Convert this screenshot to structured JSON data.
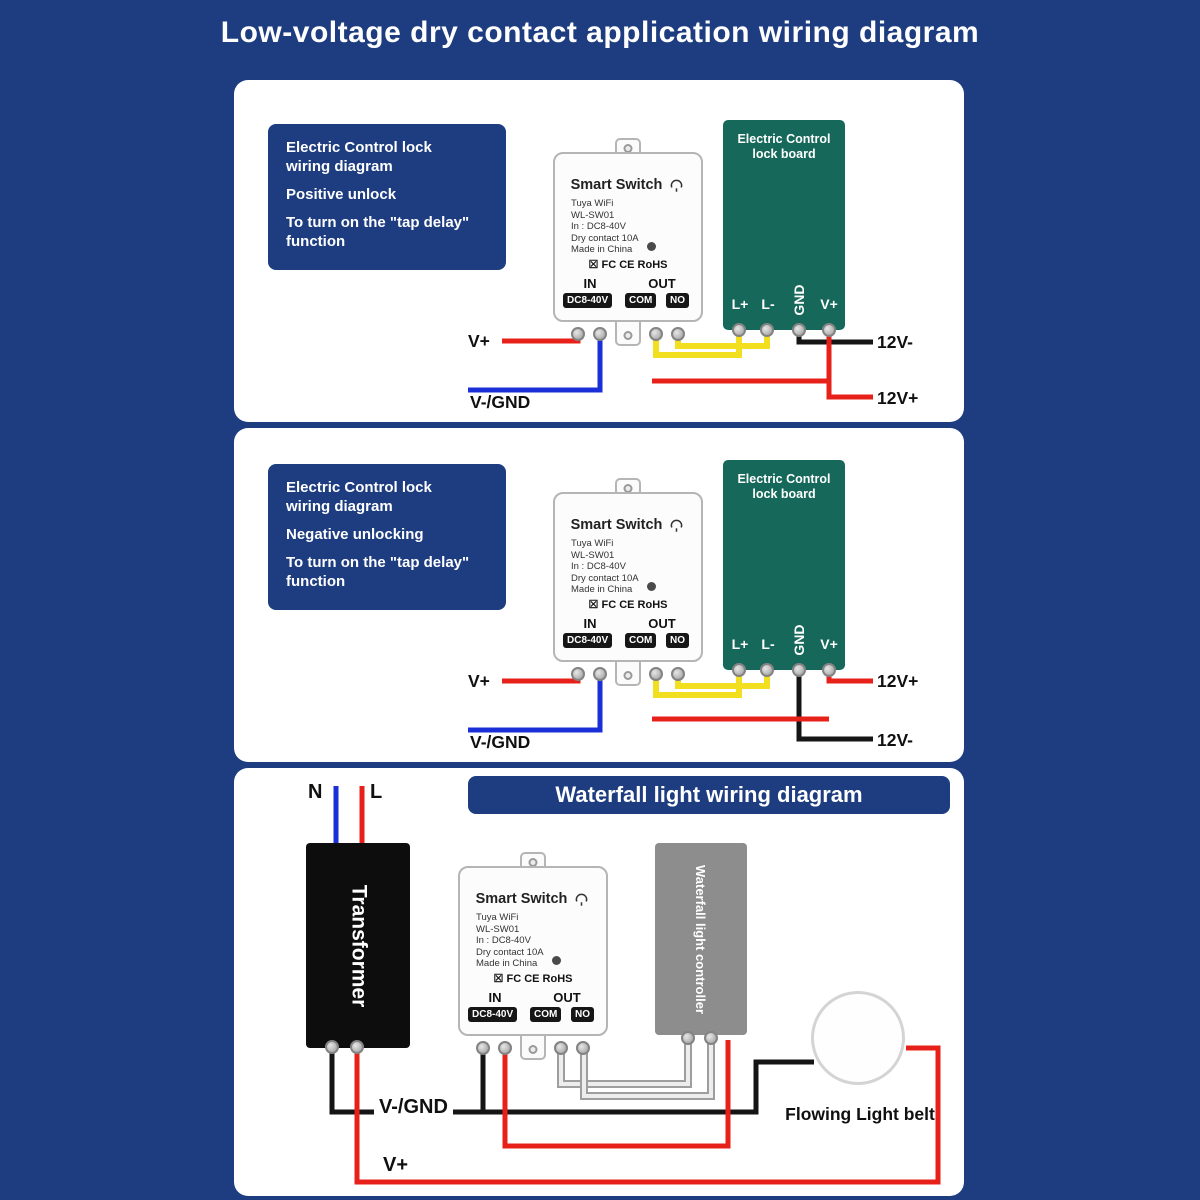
{
  "title": "Low-voltage dry contact application wiring diagram",
  "colors": {
    "background": "#1e3d80",
    "panel": "#ffffff",
    "board_green": "#16695a",
    "controller_gray": "#8d8d8d",
    "transformer_black": "#0d0d0d",
    "wire_red": "#e8201a",
    "wire_blue": "#1b2fd8",
    "wire_yellow": "#f2e020",
    "wire_black": "#151515",
    "badge_black": "#161616"
  },
  "device": {
    "name": "Smart Switch",
    "line1": "Tuya WiFi",
    "line2": "WL-SW01",
    "line3": "In : DC8-40V",
    "line4": "Dry contact 10A",
    "line5": "Made in China",
    "cert_icons": "☒",
    "certs": "FC CE RoHS",
    "in_label": "IN",
    "out_label": "OUT",
    "in_badge": "DC8-40V",
    "com_badge": "COM",
    "no_badge": "NO"
  },
  "board": {
    "title_line1": "Electric Control",
    "title_line2": "lock board",
    "t_lplus": "L+",
    "t_lminus": "L-",
    "t_gnd": "GND",
    "t_vplus": "V+"
  },
  "panel1": {
    "info_line1": "Electric Control lock",
    "info_line2": "wiring diagram",
    "info_line3": "Positive unlock",
    "info_line4": "To turn on the \"tap delay\"",
    "info_line5": "function",
    "label_vplus": "V+",
    "label_gnd": "V-/GND",
    "label_right_top": "12V-",
    "label_right_bottom": "12V+"
  },
  "panel2": {
    "info_line1": "Electric Control lock",
    "info_line2": "wiring diagram",
    "info_line3": "Negative unlocking",
    "info_line4": "To turn on the \"tap delay\"",
    "info_line5": "function",
    "label_vplus": "V+",
    "label_gnd": "V-/GND",
    "label_right_top": "12V+",
    "label_right_bottom": "12V-"
  },
  "panel3": {
    "banner": "Waterfall light wiring diagram",
    "label_n": "N",
    "label_l": "L",
    "transformer": "Transformer",
    "controller": "Waterfall light controller",
    "belt": "Flowing Light belt",
    "label_gnd": "V-/GND",
    "label_vplus": "V+"
  }
}
